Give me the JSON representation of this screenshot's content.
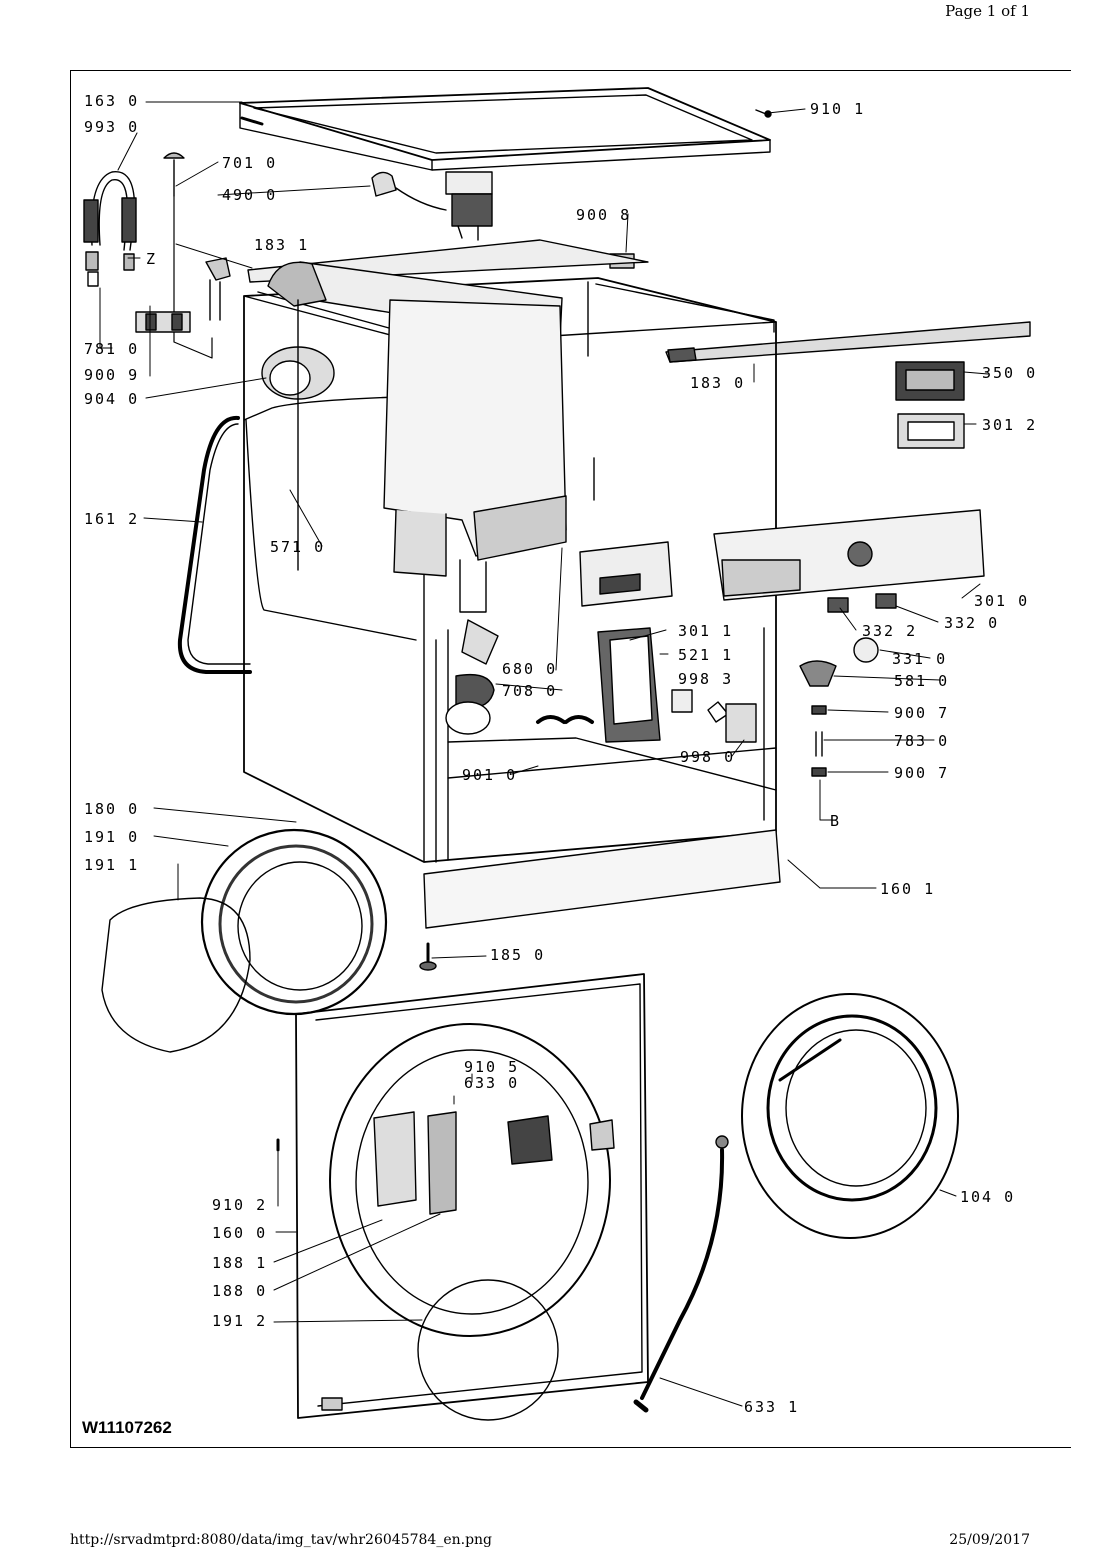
{
  "header": {
    "page": "Page 1 of 1"
  },
  "footer": {
    "url": "http://srvadmtprd:8080/data/img_tav/whr26045784_en.png",
    "date": "25/09/2017"
  },
  "model_code": "W11107262",
  "part_labels": {
    "p1630": "163 0",
    "p9930": "993 0",
    "p7010": "701 0",
    "p4900": "490 0",
    "p9101": "910 1",
    "p9008": "900 8",
    "p1831": "183 1",
    "pZ": "Z",
    "p7810": "781 0",
    "p9009": "900 9",
    "p9040": "904 0",
    "p1830": "183 0",
    "p3500": "350 0",
    "p3012a": "301 2",
    "p1612": "161 2",
    "p5710": "571 0",
    "p3010": "301 0",
    "p3011": "301 1",
    "p3322": "332 2",
    "p3320": "332 0",
    "p5211": "521 1",
    "p3310": "331 0",
    "p6800": "680 0",
    "p7080": "708 0",
    "p9983": "998 3",
    "p5810": "581 0",
    "p9007a": "900 7",
    "p9980": "998 0",
    "p7830": "783 0",
    "p9010": "901 0",
    "p9007b": "900 7",
    "pB": "B",
    "p1800": "180 0",
    "p1910": "191 0",
    "p1911": "191 1",
    "p1601": "160 1",
    "p1850": "185 0",
    "p9105": "910 5",
    "p6330": "633 0",
    "p9102": "910 2",
    "p1600": "160 0",
    "p1040": "104 0",
    "p1881": "188 1",
    "p1880": "188 0",
    "p1912": "191 2",
    "p6331": "633 1"
  }
}
